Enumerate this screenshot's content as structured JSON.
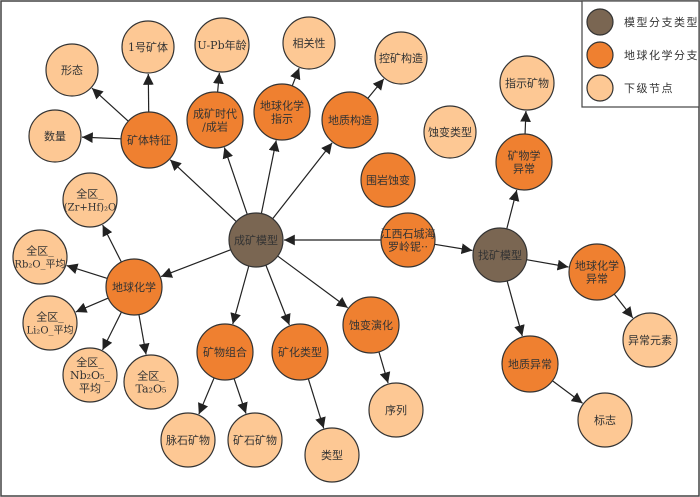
{
  "colors": {
    "model": "#7a6652",
    "geo": "#ef8030",
    "leaf": "#fdc894",
    "stroke": "#333333"
  },
  "legend": [
    {
      "type": "model",
      "label": "模型分支类型"
    },
    {
      "type": "geo",
      "label": "地球化学分支"
    },
    {
      "type": "leaf",
      "label": "下级节点"
    }
  ],
  "nodes": [
    {
      "id": "ckmx",
      "type": "model",
      "lines": [
        "成矿模型"
      ]
    },
    {
      "id": "zkmx",
      "type": "model",
      "lines": [
        "找矿模型"
      ]
    },
    {
      "id": "jx",
      "type": "geo",
      "lines": [
        "江西石城海",
        "罗岭铌··"
      ]
    },
    {
      "id": "ktz",
      "type": "geo",
      "lines": [
        "矿体特征"
      ]
    },
    {
      "id": "cksd",
      "type": "geo",
      "lines": [
        "成矿时代",
        "/成岩"
      ]
    },
    {
      "id": "dqhxzs",
      "type": "geo",
      "lines": [
        "地球化学",
        "指示"
      ]
    },
    {
      "id": "dzgz",
      "type": "geo",
      "lines": [
        "地质构造"
      ]
    },
    {
      "id": "wysb",
      "type": "geo",
      "lines": [
        "围岩蚀变"
      ]
    },
    {
      "id": "dqhx",
      "type": "geo",
      "lines": [
        "地球化学"
      ]
    },
    {
      "id": "kwzh",
      "type": "geo",
      "lines": [
        "矿物组合"
      ]
    },
    {
      "id": "khlx",
      "type": "geo",
      "lines": [
        "矿化类型"
      ]
    },
    {
      "id": "sbyh",
      "type": "geo",
      "lines": [
        "蚀变演化"
      ]
    },
    {
      "id": "kwxyc",
      "type": "geo",
      "lines": [
        "矿物学",
        "异常"
      ]
    },
    {
      "id": "dqhxyc",
      "type": "geo",
      "lines": [
        "地球化学",
        "异常"
      ]
    },
    {
      "id": "dzyc",
      "type": "geo",
      "lines": [
        "地质异常"
      ]
    },
    {
      "id": "yhkt",
      "type": "leaf",
      "lines": [
        "1号矿体"
      ]
    },
    {
      "id": "xt",
      "type": "leaf",
      "lines": [
        "形态"
      ]
    },
    {
      "id": "sl",
      "type": "leaf",
      "lines": [
        "数量"
      ]
    },
    {
      "id": "upb",
      "type": "leaf",
      "lines": [
        "U-Pb年龄"
      ]
    },
    {
      "id": "xgx",
      "type": "leaf",
      "lines": [
        "相关性"
      ]
    },
    {
      "id": "kkgz",
      "type": "leaf",
      "lines": [
        "控矿构造"
      ]
    },
    {
      "id": "sblx",
      "type": "leaf",
      "lines": [
        "蚀变类型"
      ]
    },
    {
      "id": "zrhf",
      "type": "leaf",
      "lines": [
        "全区_",
        "(Zr+Hf)₂O"
      ]
    },
    {
      "id": "rb",
      "type": "leaf",
      "lines": [
        "全区_",
        "Rb₂O_平均"
      ]
    },
    {
      "id": "li",
      "type": "leaf",
      "lines": [
        "全区_",
        "Li₂O_平均"
      ]
    },
    {
      "id": "nb",
      "type": "leaf",
      "lines": [
        "全区_",
        "Nb₂O₅_",
        "平均"
      ]
    },
    {
      "id": "ta",
      "type": "leaf",
      "lines": [
        "全区_",
        "Ta₂O₅"
      ]
    },
    {
      "id": "mskw",
      "type": "leaf",
      "lines": [
        "脉石矿物"
      ]
    },
    {
      "id": "kskw",
      "type": "leaf",
      "lines": [
        "矿石矿物"
      ]
    },
    {
      "id": "lx",
      "type": "leaf",
      "lines": [
        "类型"
      ]
    },
    {
      "id": "xl",
      "type": "leaf",
      "lines": [
        "序列"
      ]
    },
    {
      "id": "zskw",
      "type": "leaf",
      "lines": [
        "指示矿物"
      ]
    },
    {
      "id": "ycys",
      "type": "leaf",
      "lines": [
        "异常元素"
      ]
    },
    {
      "id": "bz",
      "type": "leaf",
      "lines": [
        "标志"
      ]
    }
  ],
  "edges": [
    [
      "jx",
      "ckmx"
    ],
    [
      "jx",
      "zkmx"
    ],
    [
      "ckmx",
      "ktz"
    ],
    [
      "ckmx",
      "cksd"
    ],
    [
      "ckmx",
      "dqhxzs"
    ],
    [
      "ckmx",
      "dzgz"
    ],
    [
      "ckmx",
      "dqhx"
    ],
    [
      "ckmx",
      "kwzh"
    ],
    [
      "ckmx",
      "khlx"
    ],
    [
      "ckmx",
      "sbyh"
    ],
    [
      "ktz",
      "yhkt"
    ],
    [
      "ktz",
      "xt"
    ],
    [
      "ktz",
      "sl"
    ],
    [
      "cksd",
      "upb"
    ],
    [
      "dqhxzs",
      "xgx"
    ],
    [
      "dzgz",
      "kkgz"
    ],
    [
      "dqhx",
      "zrhf"
    ],
    [
      "dqhx",
      "rb"
    ],
    [
      "dqhx",
      "li"
    ],
    [
      "dqhx",
      "nb"
    ],
    [
      "dqhx",
      "ta"
    ],
    [
      "kwzh",
      "mskw"
    ],
    [
      "kwzh",
      "kskw"
    ],
    [
      "khlx",
      "lx"
    ],
    [
      "sbyh",
      "xl"
    ],
    [
      "zkmx",
      "kwxyc"
    ],
    [
      "zkmx",
      "dqhxyc"
    ],
    [
      "zkmx",
      "dzyc"
    ],
    [
      "kwxyc",
      "zskw"
    ],
    [
      "dqhxyc",
      "ycys"
    ],
    [
      "dzyc",
      "bz"
    ]
  ]
}
